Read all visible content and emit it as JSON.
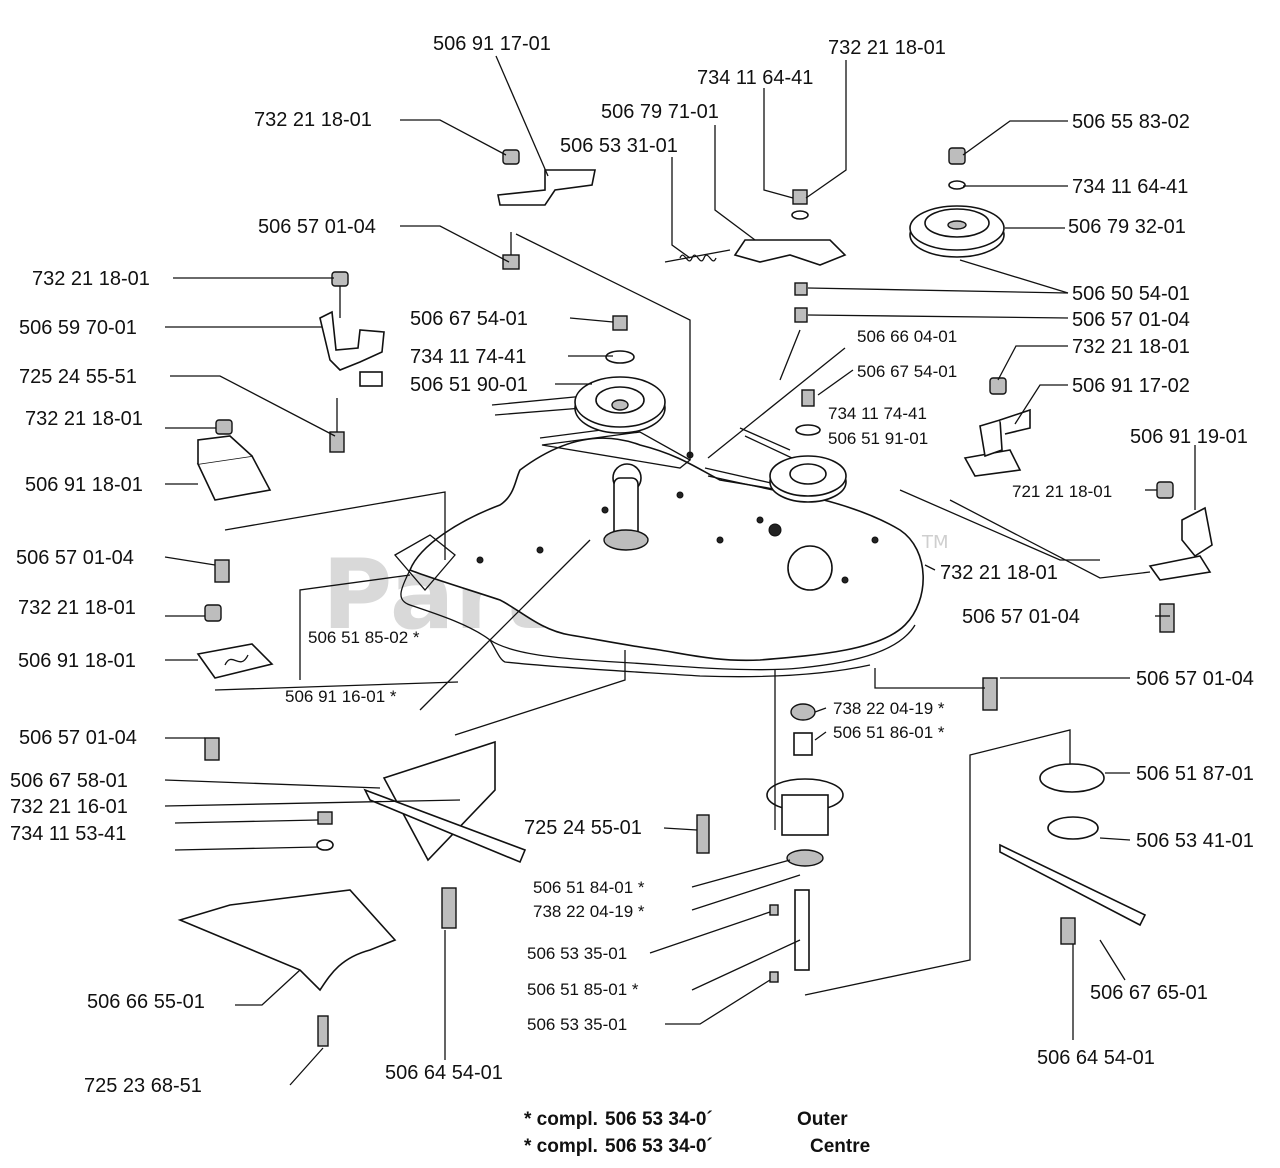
{
  "watermark": {
    "text": "PartsTree",
    "tm": "TM"
  },
  "labels": {
    "l01": "506 91 17-01",
    "l02": "732 21 18-01",
    "l03": "734 11 64-41",
    "l04": "732 21 18-01",
    "l05": "506 79 71-01",
    "l06": "506 53 31-01",
    "l07": "506 55 83-02",
    "l08": "734 11 64-41",
    "l09": "506 79 32-01",
    "l10": "506 57 01-04",
    "l11": "732 21 18-01",
    "l12": "506 50 54-01",
    "l13": "506 59 70-01",
    "l14": "506 67 54-01",
    "l15": "506 57 01-04",
    "l16": "506 66 04-01",
    "l17": "734 11 74-41",
    "l18": "506 51 90-01",
    "l19": "725 24 55-51",
    "l20": "732 21 18-01",
    "l21": "506 67 54-01",
    "l22": "506 91 17-02",
    "l23": "732 21 18-01",
    "l24": "734 11 74-41",
    "l25": "506 51 91-01",
    "l26": "506 91 19-01",
    "l27": "506 91 18-01",
    "l28": "721 21 18-01",
    "l29": "506 57 01-04",
    "l30": "732 21 18-01",
    "l31": "732 21 18-01",
    "l32": "506 57 01-04",
    "l33": "506 51 85-02 *",
    "l34": "506 91 18-01",
    "l35": "506 91 16-01 *",
    "l36": "506 57 01-04",
    "l37": "506 57 01-04",
    "l38": "738 22 04-19 *",
    "l39": "506 51 86-01 *",
    "l40": "506 67 58-01",
    "l41": "506 51 87-01",
    "l42": "732 21 16-01",
    "l43": "734 11 53-41",
    "l44": "725 24 55-01",
    "l45": "506 53 41-01",
    "l46": "506 51 84-01 *",
    "l47": "738 22 04-19 *",
    "l48": "506 53 35-01",
    "l49": "506 51 85-01 *",
    "l50": "506 53 35-01",
    "l51": "506 66 55-01",
    "l52": "506 67 65-01",
    "l53": "506 64 54-01",
    "l54": "506 64 54-01",
    "l55": "725 23 68-51"
  },
  "footnotes": [
    {
      "prefix": "* compl.",
      "number": "506 53 34-0´",
      "position": "Outer"
    },
    {
      "prefix": "* compl.",
      "number": "506 53 34-0´",
      "position": "Centre"
    }
  ]
}
